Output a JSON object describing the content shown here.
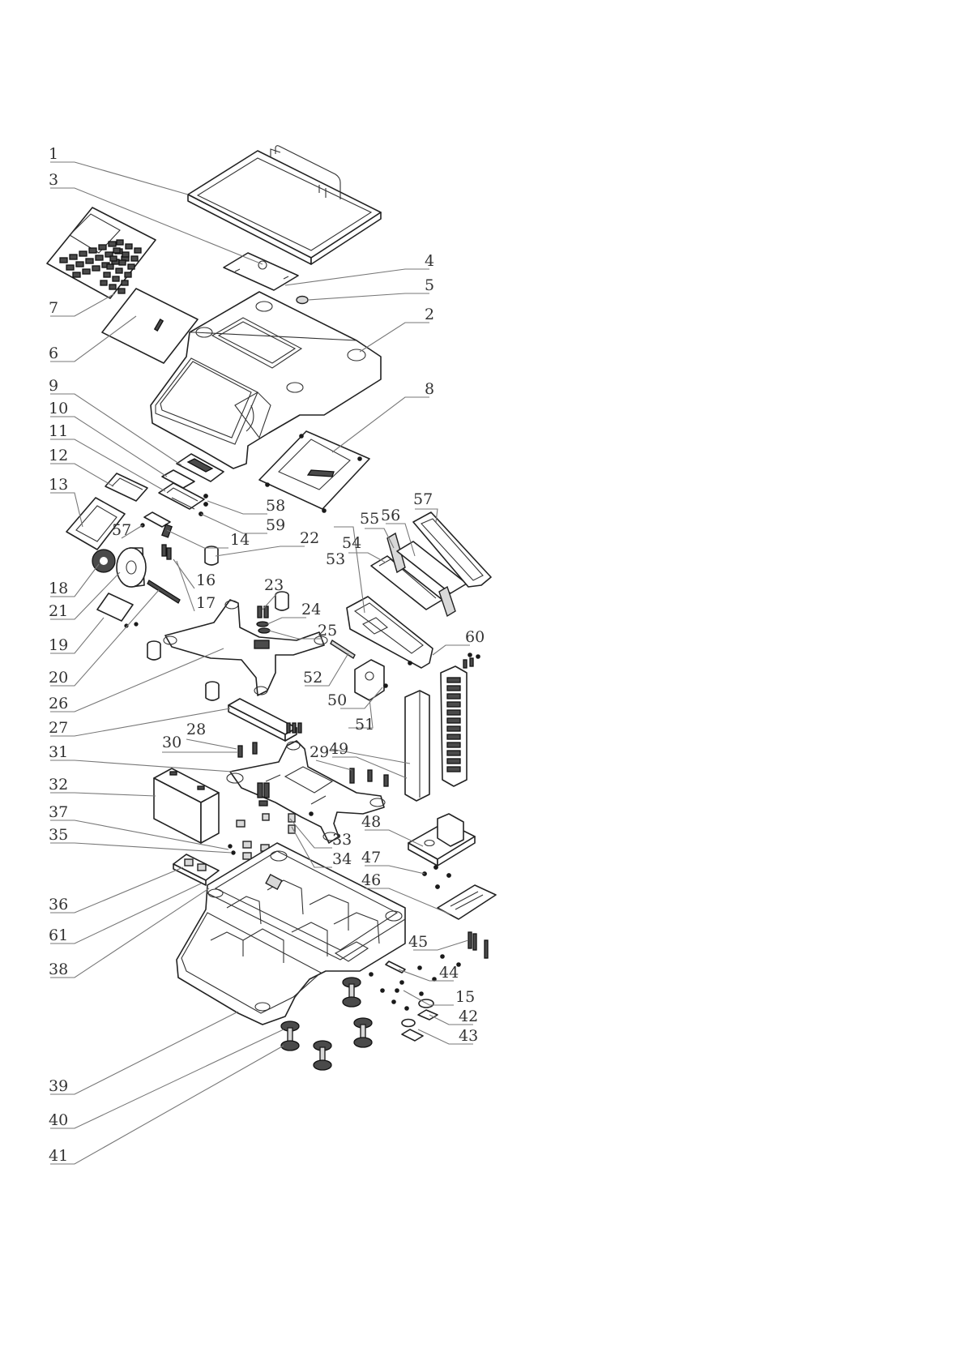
{
  "diagram": {
    "callouts": [
      {
        "id": "1",
        "label": "1"
      },
      {
        "id": "2",
        "label": "2"
      },
      {
        "id": "3",
        "label": "3"
      },
      {
        "id": "4",
        "label": "4"
      },
      {
        "id": "5",
        "label": "5"
      },
      {
        "id": "6",
        "label": "6"
      },
      {
        "id": "7",
        "label": "7"
      },
      {
        "id": "8",
        "label": "8"
      },
      {
        "id": "9",
        "label": "9"
      },
      {
        "id": "10",
        "label": "10"
      },
      {
        "id": "11",
        "label": "11"
      },
      {
        "id": "12",
        "label": "12"
      },
      {
        "id": "13",
        "label": "13"
      },
      {
        "id": "14",
        "label": "14"
      },
      {
        "id": "15",
        "label": "15"
      },
      {
        "id": "16",
        "label": "16"
      },
      {
        "id": "17",
        "label": "17"
      },
      {
        "id": "18",
        "label": "18"
      },
      {
        "id": "19",
        "label": "19"
      },
      {
        "id": "20",
        "label": "20"
      },
      {
        "id": "21",
        "label": "21"
      },
      {
        "id": "22",
        "label": "22"
      },
      {
        "id": "23",
        "label": "23"
      },
      {
        "id": "24",
        "label": "24"
      },
      {
        "id": "25",
        "label": "25"
      },
      {
        "id": "26",
        "label": "26"
      },
      {
        "id": "27",
        "label": "27"
      },
      {
        "id": "28",
        "label": "28"
      },
      {
        "id": "29",
        "label": "29"
      },
      {
        "id": "30",
        "label": "30"
      },
      {
        "id": "31",
        "label": "31"
      },
      {
        "id": "32",
        "label": "32"
      },
      {
        "id": "33",
        "label": "33"
      },
      {
        "id": "34",
        "label": "34"
      },
      {
        "id": "35",
        "label": "35"
      },
      {
        "id": "36",
        "label": "36"
      },
      {
        "id": "37",
        "label": "37"
      },
      {
        "id": "38",
        "label": "38"
      },
      {
        "id": "39",
        "label": "39"
      },
      {
        "id": "40",
        "label": "40"
      },
      {
        "id": "41",
        "label": "41"
      },
      {
        "id": "42",
        "label": "42"
      },
      {
        "id": "43",
        "label": "43"
      },
      {
        "id": "44",
        "label": "44"
      },
      {
        "id": "45",
        "label": "45"
      },
      {
        "id": "46",
        "label": "46"
      },
      {
        "id": "47",
        "label": "47"
      },
      {
        "id": "48",
        "label": "48"
      },
      {
        "id": "49",
        "label": "49"
      },
      {
        "id": "50",
        "label": "50"
      },
      {
        "id": "51",
        "label": "51"
      },
      {
        "id": "52",
        "label": "52"
      },
      {
        "id": "53",
        "label": "53"
      },
      {
        "id": "54",
        "label": "54"
      },
      {
        "id": "55",
        "label": "55"
      },
      {
        "id": "56",
        "label": "56"
      },
      {
        "id": "57a",
        "label": "57"
      },
      {
        "id": "57b",
        "label": "57"
      },
      {
        "id": "58",
        "label": "58"
      },
      {
        "id": "59",
        "label": "59"
      },
      {
        "id": "60",
        "label": "60"
      },
      {
        "id": "61",
        "label": "61"
      }
    ]
  }
}
